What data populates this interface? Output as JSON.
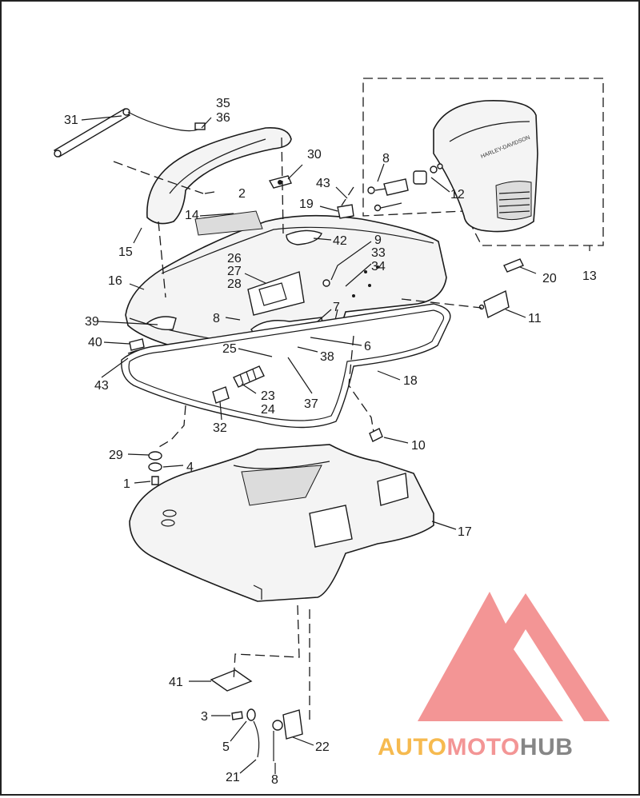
{
  "callouts": [
    {
      "id": "c31",
      "text": "31"
    },
    {
      "id": "c35",
      "text": "35"
    },
    {
      "id": "c36",
      "text": "36"
    },
    {
      "id": "c30",
      "text": "30"
    },
    {
      "id": "c8a",
      "text": "8"
    },
    {
      "id": "c2",
      "text": "2"
    },
    {
      "id": "c43a",
      "text": "43"
    },
    {
      "id": "c19",
      "text": "19"
    },
    {
      "id": "c12",
      "text": "12"
    },
    {
      "id": "c14",
      "text": "14"
    },
    {
      "id": "c42",
      "text": "42"
    },
    {
      "id": "c9",
      "text": "9"
    },
    {
      "id": "c33",
      "text": "33"
    },
    {
      "id": "c34",
      "text": "34"
    },
    {
      "id": "c15",
      "text": "15"
    },
    {
      "id": "c26",
      "text": "26"
    },
    {
      "id": "c27",
      "text": "27"
    },
    {
      "id": "c28",
      "text": "28"
    },
    {
      "id": "c16",
      "text": "16"
    },
    {
      "id": "c20",
      "text": "20"
    },
    {
      "id": "c13",
      "text": "13"
    },
    {
      "id": "c7",
      "text": "7"
    },
    {
      "id": "c39",
      "text": "39"
    },
    {
      "id": "c8b",
      "text": "8"
    },
    {
      "id": "c11",
      "text": "11"
    },
    {
      "id": "c40",
      "text": "40"
    },
    {
      "id": "c25",
      "text": "25"
    },
    {
      "id": "c6",
      "text": "6"
    },
    {
      "id": "c38",
      "text": "38"
    },
    {
      "id": "c43b",
      "text": "43"
    },
    {
      "id": "c18",
      "text": "18"
    },
    {
      "id": "c23",
      "text": "23"
    },
    {
      "id": "c24",
      "text": "24"
    },
    {
      "id": "c37",
      "text": "37"
    },
    {
      "id": "c32",
      "text": "32"
    },
    {
      "id": "c10",
      "text": "10"
    },
    {
      "id": "c29",
      "text": "29"
    },
    {
      "id": "c4",
      "text": "4"
    },
    {
      "id": "c1",
      "text": "1"
    },
    {
      "id": "c17",
      "text": "17"
    },
    {
      "id": "c41",
      "text": "41"
    },
    {
      "id": "c3",
      "text": "3"
    },
    {
      "id": "c5",
      "text": "5"
    },
    {
      "id": "c22",
      "text": "22"
    },
    {
      "id": "c21",
      "text": "21"
    },
    {
      "id": "c8c",
      "text": "8"
    }
  ],
  "seat_label": "HARLEY-DAVIDSON",
  "watermark": {
    "text_part1": "AUTO",
    "text_part2": "MOTO",
    "text_part3": "HUB",
    "color_primary": "#f28a8a",
    "color_secondary": "#f6b33c",
    "color_tertiary": "#7a7a7a"
  }
}
